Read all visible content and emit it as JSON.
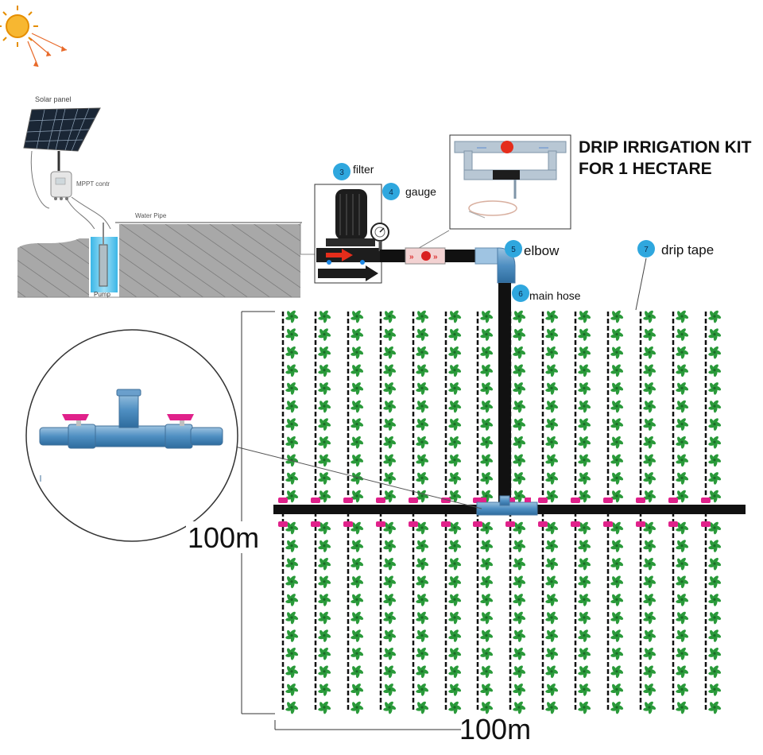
{
  "title": {
    "line1": "DRIP IRRIGATION KIT",
    "line2": "FOR 1 HECTARE"
  },
  "source_labels": {
    "solar_panel": "Solar panel",
    "mppt": "MPPT contr",
    "water_pipe": "Water Pipe",
    "pump": "Pump"
  },
  "callouts": [
    {
      "num": "3",
      "text": "filter"
    },
    {
      "num": "4",
      "text": "gauge"
    },
    {
      "num": "5",
      "text": "elbow"
    },
    {
      "num": "6",
      "text": "main hose"
    },
    {
      "num": "7",
      "text": "drip tape"
    }
  ],
  "dimensions": {
    "height": "100m",
    "width": "100m"
  },
  "colors": {
    "callout_badge": "#2fa7de",
    "pipe": "#111111",
    "plant": "#2a9a3a",
    "connector": "#e0218a",
    "valve_handle": "#e0218a",
    "fitting": "#5f9fd0",
    "sun": "#f5a623"
  },
  "icons": [
    "sun-icon",
    "solar-panel-icon",
    "mppt-controller-icon",
    "pump-icon",
    "filter-icon",
    "pressure-gauge-icon",
    "valve-icon",
    "plant-icon"
  ]
}
